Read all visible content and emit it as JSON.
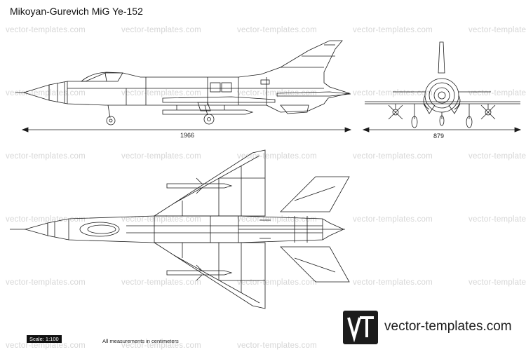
{
  "title": "Mikoyan-Gurevich MiG Ye-152",
  "watermark_text": "vector-templates.com",
  "dimensions": {
    "length": "1966",
    "span": "879"
  },
  "scale": "Scale: 1:100",
  "note": "All measurements in centimeters",
  "brand": {
    "logo_text": "VT",
    "site": "vector-templates.com"
  }
}
